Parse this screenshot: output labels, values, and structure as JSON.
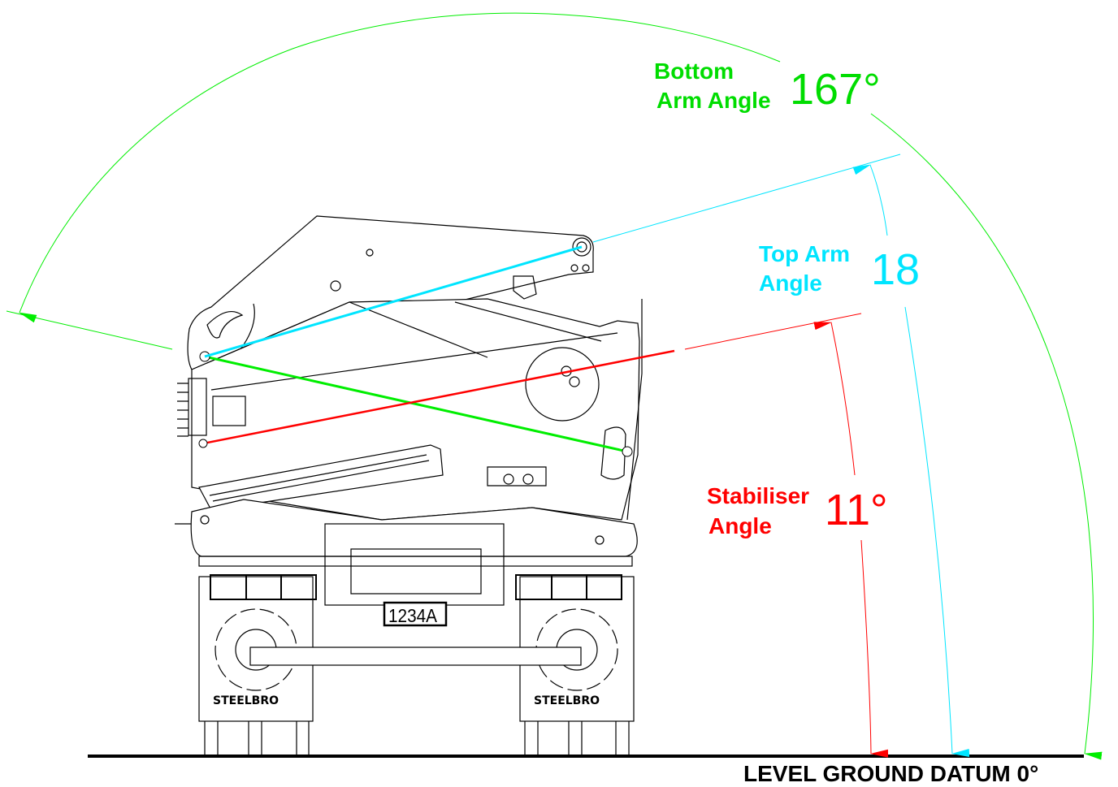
{
  "colors": {
    "bottom_arm": "#00ee00",
    "top_arm": "#00e5ff",
    "stabiliser": "#ff0000",
    "machine": "#000000"
  },
  "bottom_arm": {
    "label_line1": "Bottom",
    "label_line2": "Arm Angle",
    "value": "167°",
    "degrees": 167
  },
  "top_arm": {
    "label_line1": "Top Arm",
    "label_line2": "Angle",
    "value": "18",
    "degrees": 18
  },
  "stabiliser": {
    "label_line1": "Stabiliser",
    "label_line2": "Angle",
    "value": "11°",
    "degrees": 11
  },
  "ground": {
    "label": "LEVEL GROUND DATUM 0°"
  },
  "machine": {
    "plate": "1234A",
    "brand_left": "STEELBRO",
    "brand_right": "STEELBRO"
  }
}
